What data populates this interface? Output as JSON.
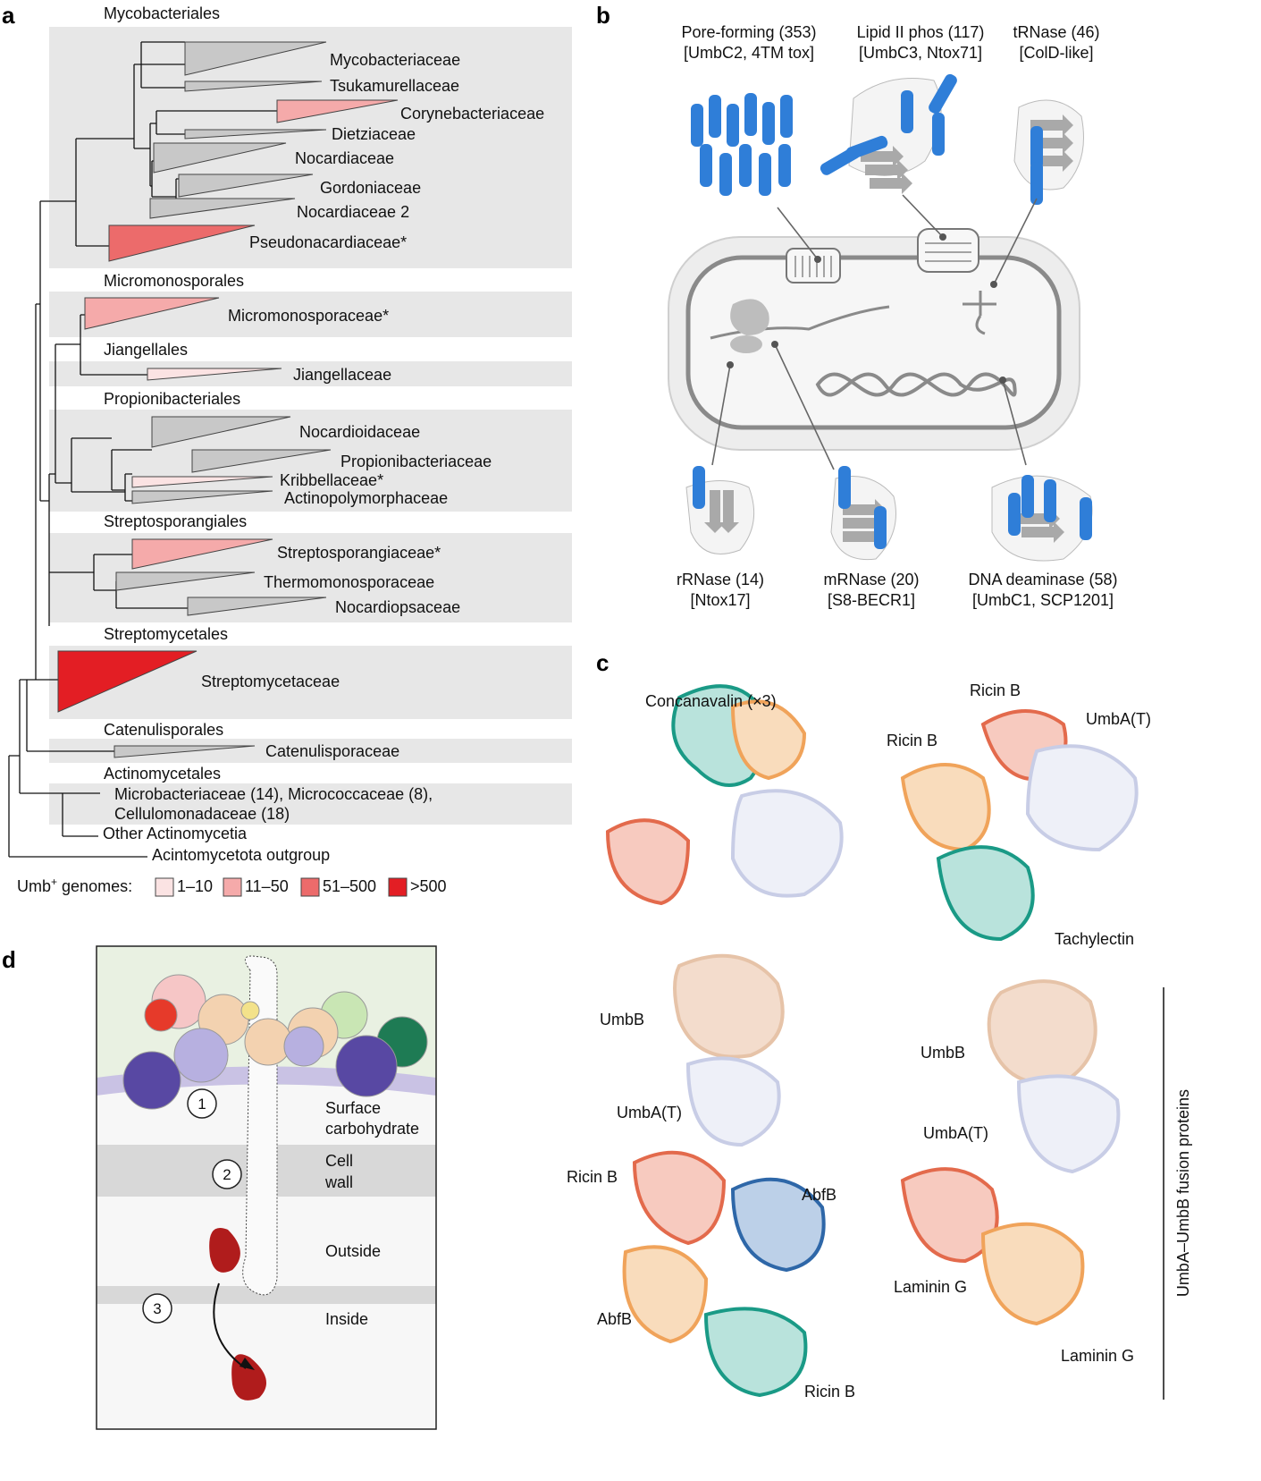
{
  "panel_labels": {
    "a": "a",
    "b": "b",
    "c": "c",
    "d": "d"
  },
  "colors": {
    "none": "#c8c8c8",
    "low": "#fbe3e3",
    "mid": "#f5aaaa",
    "high": "#ec6b6b",
    "max": "#e31e24",
    "band": "#e7e7e7"
  },
  "panel_a": {
    "orders": [
      {
        "name": "Mycobacteriales"
      },
      {
        "name": "Micromonosporales"
      },
      {
        "name": "Jiangellales"
      },
      {
        "name": "Propionibacteriales"
      },
      {
        "name": "Streptosporangiales"
      },
      {
        "name": "Streptomycetales"
      },
      {
        "name": "Catenulisporales"
      },
      {
        "name": "Actinomycetales"
      }
    ],
    "families": [
      {
        "name": "Mycobacteriaceae",
        "level": "none"
      },
      {
        "name": "Tsukamurellaceae",
        "level": "none"
      },
      {
        "name": "Corynebacteriaceae",
        "level": "mid"
      },
      {
        "name": "Dietziaceae",
        "level": "none"
      },
      {
        "name": "Nocardiaceae",
        "level": "none"
      },
      {
        "name": "Gordoniaceae",
        "level": "none"
      },
      {
        "name": "Nocardiaceae 2",
        "level": "none"
      },
      {
        "name": "Pseudonacardiaceae*",
        "level": "high"
      },
      {
        "name": "Micromonosporaceae*",
        "level": "mid"
      },
      {
        "name": "Jiangellaceae",
        "level": "low"
      },
      {
        "name": "Nocardioidaceae",
        "level": "none"
      },
      {
        "name": "Propionibacteriaceae",
        "level": "none"
      },
      {
        "name": "Kribbellaceae*",
        "level": "low"
      },
      {
        "name": "Actinopolymorphaceae",
        "level": "none"
      },
      {
        "name": "Streptosporangiaceae*",
        "level": "mid"
      },
      {
        "name": "Thermomonosporaceae",
        "level": "none"
      },
      {
        "name": "Nocardiopsaceae",
        "level": "none"
      },
      {
        "name": "Streptomycetaceae",
        "level": "max"
      },
      {
        "name": "Catenulisporaceae",
        "level": "none"
      }
    ],
    "actino_line1": "Microbacteriaceae (14), Micrococcaceae (8),",
    "actino_line2": "Cellulomonadaceae (18)",
    "other": "Other Actinomycetia",
    "outgroup": "Acintomycetota outgroup",
    "legend": {
      "prefix": "Umb",
      "sup": "+",
      "suffix": " genomes:",
      "items": [
        "1–10",
        "11–50",
        "51–500",
        ">500"
      ]
    }
  },
  "panel_b": {
    "top": [
      {
        "line1": "Pore-forming (353)",
        "line2": "[UmbC2, 4TM tox]"
      },
      {
        "line1": "Lipid II phos (117)",
        "line2": "[UmbC3, Ntox71]"
      },
      {
        "line1": "tRNase (46)",
        "line2": "[ColD-like]"
      }
    ],
    "bottom": [
      {
        "line1": "rRNase (14)",
        "line2": "[Ntox17]"
      },
      {
        "line1": "mRNase (20)",
        "line2": "[S8-BECR1]"
      },
      {
        "line1": "DNA deaminase (58)",
        "line2": "[UmbC1, SCP1201]"
      }
    ]
  },
  "panel_c": {
    "s1": [
      "Concanavalin (×3)"
    ],
    "s2": [
      "Ricin B",
      "Ricin B",
      "UmbA(T)",
      "Tachylectin"
    ],
    "s3": [
      "UmbB",
      "UmbA(T)",
      "Ricin B",
      "AbfB",
      "AbfB",
      "Ricin B"
    ],
    "s4": [
      "UmbB",
      "UmbA(T)",
      "Laminin G",
      "Laminin G"
    ],
    "side": "UmbA–UmbB fusion proteins"
  },
  "panel_d": {
    "steps": [
      "1",
      "2",
      "3"
    ],
    "layers": [
      "Surface",
      "carbohydrate",
      "Cell",
      "wall",
      "Outside",
      "Inside"
    ]
  }
}
